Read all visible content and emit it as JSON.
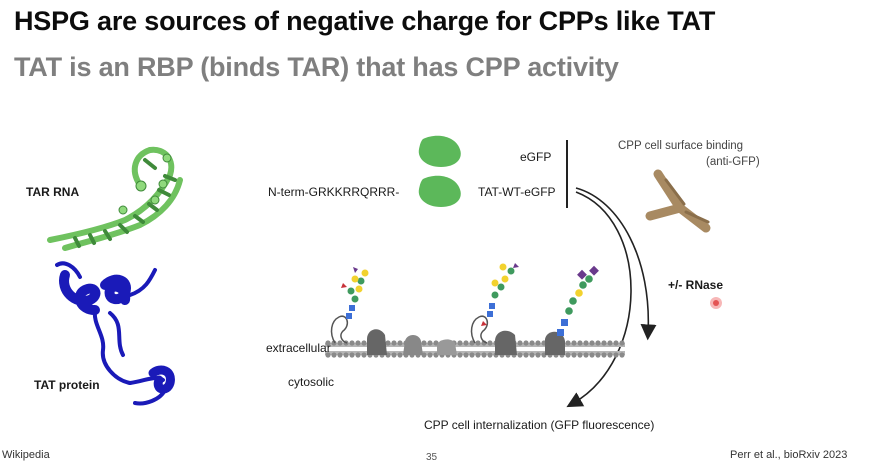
{
  "slide": {
    "title": "HSPG are sources of negative charge for CPPs like TAT",
    "subtitle": "TAT is an RBP (binds TAR) that has CPP activity",
    "page_number": "35",
    "source_left": "Wikipedia",
    "citation": "Perr et al., bioRxiv 2023"
  },
  "structures": {
    "tar_rna_label": "TAR RNA",
    "tat_protein_label": "TAT protein"
  },
  "constructs": {
    "egfp_label": "eGFP",
    "tat_wt_label": "TAT-WT-eGFP",
    "peptide_label": "N-term-GRKKRRQRRR-"
  },
  "assay": {
    "surface_binding": "CPP cell surface binding",
    "surface_binding_detail": "(anti-GFP)",
    "rnase": "+/- RNase",
    "internalization": "CPP cell internalization (GFP fluorescence)"
  },
  "membrane": {
    "outside": "extracellular",
    "inside": "cytosolic"
  },
  "colors": {
    "egfp_green": "#5cb85a",
    "tar_green": "#6fc25f",
    "tat_blue": "#1a1ab8",
    "antibody_brown": "#a88a62",
    "membrane_gray": "#8a8a8a",
    "glycan_blue": "#3d6fd6",
    "glycan_yellow": "#f2d22e",
    "glycan_green": "#3f9a5e",
    "glycan_purple": "#6a3a8c",
    "glycan_red": "#c8323a",
    "rnase_red": "#e45454"
  }
}
